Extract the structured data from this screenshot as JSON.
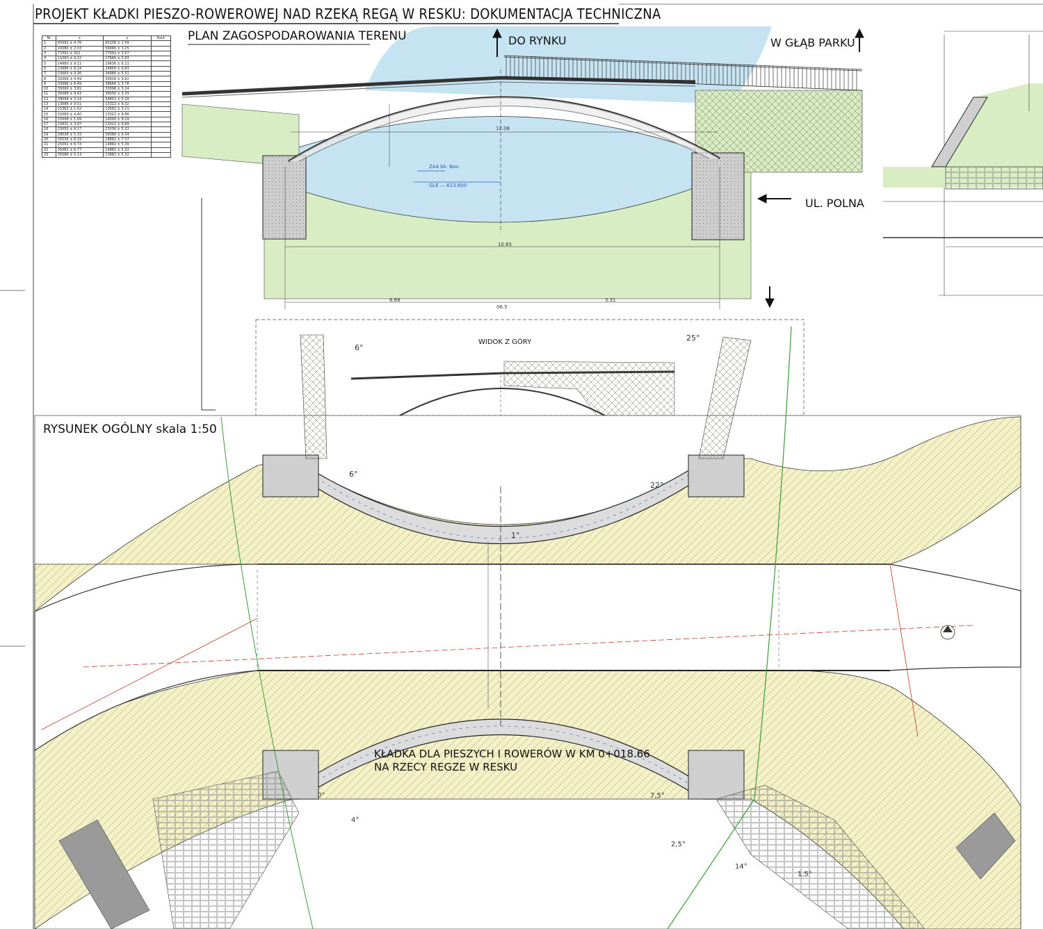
{
  "header": {
    "title": "PROJEKT KŁADKI PIESZO-ROWEROWEJ NAD RZEKĄ REGĄ W RESKU: DOKUMENTACJA TECHNICZNA",
    "subtitle": "PLAN ZAGOSPODAROWANIA TERENU"
  },
  "directions": {
    "do_rynku": "DO RYNKU",
    "w_glab_parku": "W GŁĄB PARKU",
    "ul_polna": "UL. POLNA"
  },
  "section": {
    "general_drawing": "RYSUNEK OGÓLNY  skala 1:50",
    "top_view": "WIDOK Z GÓRY",
    "caption_line1": "KŁADKA DLA PIESZYCH I ROWERÓW W KM 0+018.66",
    "caption_line2": "NA RZECY REGZE W RESKU"
  },
  "table": {
    "header": [
      "Nr",
      "x",
      "y",
      "Rzut"
    ],
    "rows": [
      [
        "1",
        "65092 ± 4.76",
        "65208 ± 1.59"
      ],
      [
        "2",
        "20080 ± 2.03",
        "59066 ± 3.25"
      ],
      [
        "3",
        "77092 ± 301",
        "77092 ± 3.57"
      ],
      [
        "4",
        "11060 ± 9.22",
        "17666 ± 5.83"
      ],
      [
        "5",
        "14980 ± 9.11",
        "19636 ± 6.21"
      ],
      [
        "6",
        "23986 ± 8.24",
        "24856 ± 6.83"
      ],
      [
        "7",
        "23060 ± 9.36",
        "34986 ± 5.51"
      ],
      [
        "8",
        "32066 ± 4.49",
        "35816 ± 9.62"
      ],
      [
        "9",
        "33086 ± 8.49",
        "38666 ± 3.78"
      ],
      [
        "10",
        "35090 ± 3.81",
        "33096 ± 3.24"
      ],
      [
        "11",
        "35088 ± 9.43",
        "38056 ± 3.33"
      ],
      [
        "12",
        "39098 ± 3.14",
        "34852 ± 5.29"
      ],
      [
        "13",
        "13086 ± 9.51",
        "13322 ± 9.32"
      ],
      [
        "14",
        "15382 ± 1.52",
        "13582 ± 3.21"
      ],
      [
        "15",
        "15080 ± 4.40",
        "13322 ± 9.86"
      ],
      [
        "16",
        "15008 ± 1.09",
        "14000 ± 9.19"
      ],
      [
        "17",
        "23932 ± 3.97",
        "13022 ± 9.89"
      ],
      [
        "18",
        "23055 ± 6.17",
        "23036 ± 5.22"
      ],
      [
        "19",
        "28038 ± 5.33",
        "58086 ± 9.34"
      ],
      [
        "20",
        "35036 ± 8.19",
        "18882 ± 7.37"
      ],
      [
        "21",
        "25052 ± 6.73",
        "14882 ± 5.39"
      ],
      [
        "22",
        "35082 ± 6.77",
        "14882 ± 5.32"
      ],
      [
        "23",
        "35086 ± 0.13",
        "13882 ± 5.32"
      ]
    ]
  },
  "elevation_labels": {
    "dim_total": "10.65",
    "dim_left": "6.68",
    "dim_right": "3.31",
    "dim_mid": "06.5",
    "span_label": "12.08",
    "water_level": "GLE — 613.800",
    "za4": "ZA4 bk. Bau"
  },
  "colors": {
    "water": "#c6e3f2",
    "embankment": "#d9edc4",
    "yellow_area": "#f4f1c7",
    "abutment": "#cfcfcf",
    "railing": "#222222",
    "green_line": "#3a9a3a",
    "red_line": "#c0392b"
  },
  "angles": [
    "6°",
    "6°",
    "25°",
    "22°",
    "4°",
    "7,5°",
    "2,5°",
    "14°",
    "1,5°",
    "1°",
    "0°"
  ]
}
